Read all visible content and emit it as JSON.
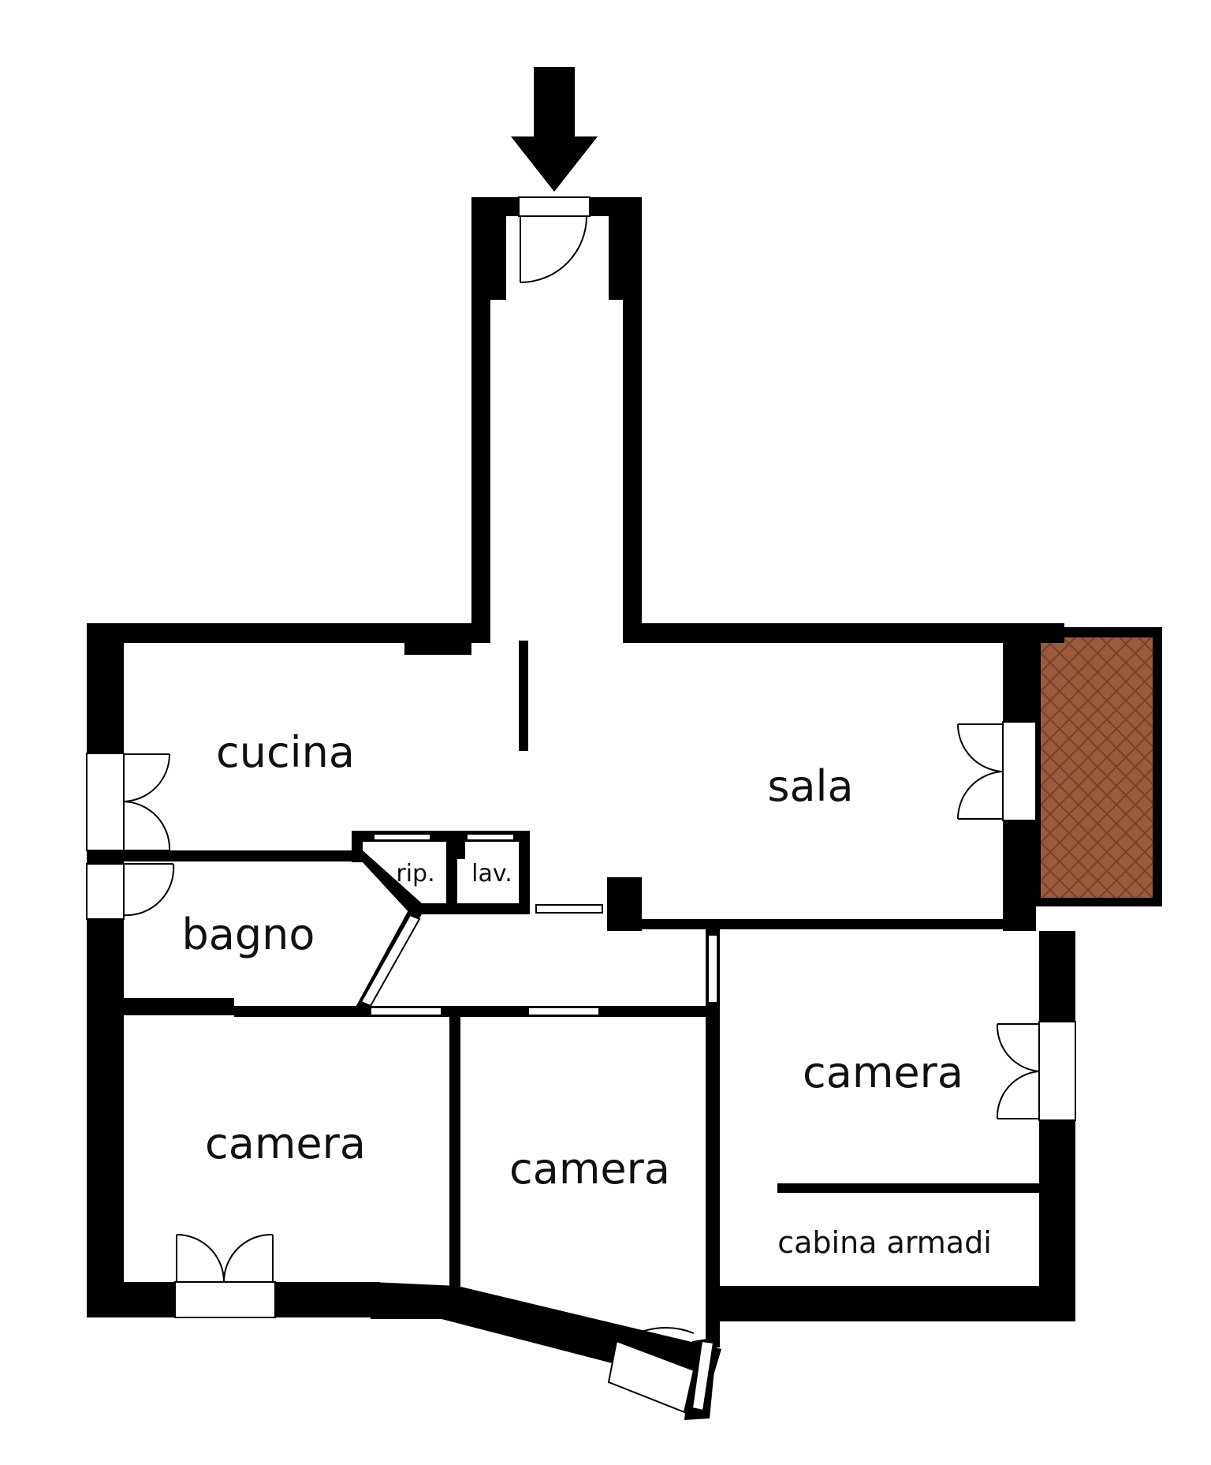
{
  "colors": {
    "wall": "#000000",
    "floor": "#ffffff",
    "balcony": "#9c5a3c",
    "balcony_pattern": "#7a3f26",
    "opening": "#ffffff"
  },
  "icons": {
    "entrance": "down-arrow-icon"
  },
  "rooms": {
    "cucina": "cucina",
    "sala": "sala",
    "bagno": "bagno",
    "ripostiglio": "rip.",
    "lavanderia": "lav.",
    "camera_sw": "camera",
    "camera_s": "camera",
    "camera_e": "camera",
    "cabina": "cabina armadi"
  }
}
